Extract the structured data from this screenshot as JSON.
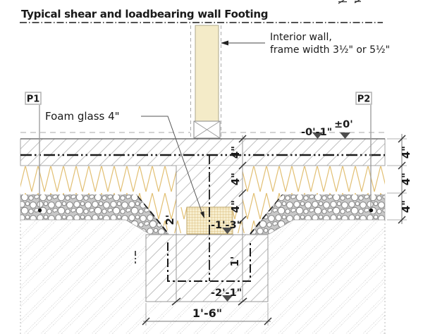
{
  "title": "Typical shear and loadbearing wall Footing",
  "annotations": {
    "interior_wall_line1": "Interior wall,",
    "interior_wall_line2": "frame width 3½\" or 5½\"",
    "foam_glass": "Foam glass 4\""
  },
  "section_markers": {
    "p1": "P1",
    "p2": "P2"
  },
  "elevations": {
    "finish_floor": "±0'",
    "top_of_slab": "-0'-1\"",
    "bottom_of_foam": "-1'-3\"",
    "bottom_of_footing": "-2'-1\""
  },
  "dimensions": {
    "layer_thickness": "4\"",
    "gravel_slope": "2'",
    "footing_depth": "1'",
    "footing_width": "1'-6\""
  },
  "colors": {
    "wall_fill": "#f4ebc8",
    "insulation_zigzag": "#e2bf72",
    "foam_grid": "#d6b26a",
    "foam_bg": "#f7eecf",
    "gravel_bg": "#c8c8c8",
    "concrete_hatch": "#b9b9b9",
    "earth_hatch": "#c9c9c9",
    "heavy_line": "#1a1a1a",
    "marker_fill": "#4d4d4d"
  }
}
